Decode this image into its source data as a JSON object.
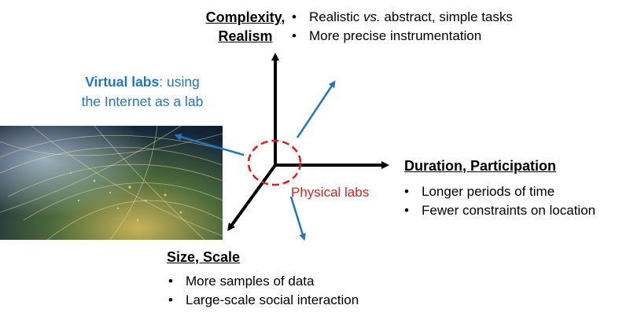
{
  "axes": {
    "vertical": {
      "title_line1": "Complexity,",
      "title_line2": "Realism",
      "bullets": [
        "Realistic vs. abstract, simple tasks",
        "More precise instrumentation"
      ]
    },
    "horizontal": {
      "title": "Duration, Participation",
      "bullets": [
        "Longer periods of time",
        "Fewer constraints on location"
      ]
    },
    "diagonal": {
      "title": "Size, Scale",
      "bullets": [
        "More samples of data",
        "Large-scale social interaction"
      ]
    }
  },
  "virtual_labs": {
    "bold": "Virtual labs",
    "rest_line1": ": using",
    "line2": "the Internet as a lab"
  },
  "physical_labs": "Physical labs",
  "colors": {
    "blue": "#1f77c0",
    "red": "#e21d1d",
    "axis": "#000000"
  },
  "icons": [
    "globe-network-image"
  ]
}
